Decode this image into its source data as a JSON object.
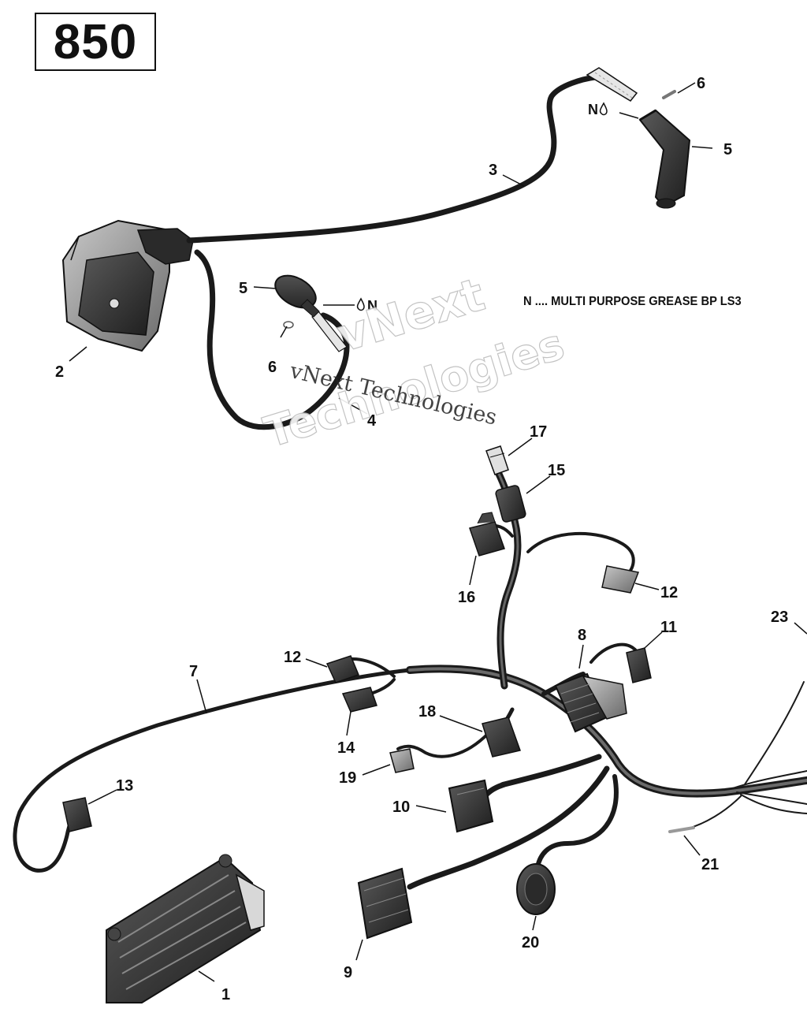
{
  "diagram": {
    "model_label": "850",
    "legend_text": "N .... MULTI PURPOSE GREASE BP LS3",
    "watermark": {
      "small": "vNext Technologies",
      "large_line1": "vNext",
      "large_line2": "Technologies"
    },
    "grease_marks": [
      {
        "text": "N"
      },
      {
        "text": "N"
      }
    ],
    "callouts": [
      {
        "id": "c1",
        "number": "1"
      },
      {
        "id": "c2",
        "number": "2"
      },
      {
        "id": "c3",
        "number": "3"
      },
      {
        "id": "c4",
        "number": "4"
      },
      {
        "id": "c5a",
        "number": "5"
      },
      {
        "id": "c5b",
        "number": "5"
      },
      {
        "id": "c6a",
        "number": "6"
      },
      {
        "id": "c6b",
        "number": "6"
      },
      {
        "id": "c7",
        "number": "7"
      },
      {
        "id": "c8",
        "number": "8"
      },
      {
        "id": "c9",
        "number": "9"
      },
      {
        "id": "c10",
        "number": "10"
      },
      {
        "id": "c11",
        "number": "11"
      },
      {
        "id": "c12a",
        "number": "12"
      },
      {
        "id": "c12b",
        "number": "12"
      },
      {
        "id": "c13",
        "number": "13"
      },
      {
        "id": "c14",
        "number": "14"
      },
      {
        "id": "c15",
        "number": "15"
      },
      {
        "id": "c16",
        "number": "16"
      },
      {
        "id": "c17",
        "number": "17"
      },
      {
        "id": "c18",
        "number": "18"
      },
      {
        "id": "c19",
        "number": "19"
      },
      {
        "id": "c20",
        "number": "20"
      },
      {
        "id": "c21",
        "number": "21"
      },
      {
        "id": "c23",
        "number": "23"
      }
    ],
    "colors": {
      "line": "#111111",
      "part_dark": "#3a3a3a",
      "part_mid": "#6e6e6e",
      "part_light": "#b9b9b9"
    }
  }
}
